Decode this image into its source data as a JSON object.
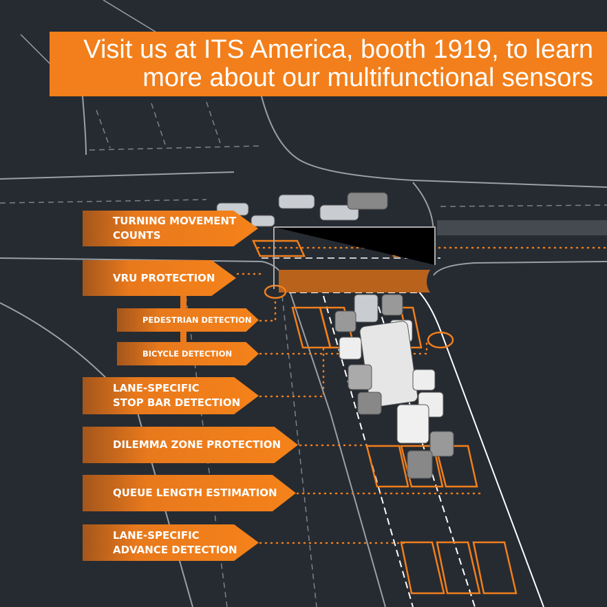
{
  "banner": {
    "line1": "Visit us at ITS America, booth 1919, to learn",
    "line2": "more about our multifunctional sensors"
  },
  "features": [
    {
      "line1": "TURNING MOVEMENT",
      "line2": "COUNTS"
    },
    {
      "line1": "VRU PROTECTION",
      "line2": ""
    },
    {
      "line1": "PEDESTRIAN DETECTION",
      "line2": ""
    },
    {
      "line1": "BICYCLE DETECTION",
      "line2": ""
    },
    {
      "line1": "LANE-SPECIFIC",
      "line2": "STOP BAR DETECTION"
    },
    {
      "line1": "DILEMMA ZONE PROTECTION",
      "line2": ""
    },
    {
      "line1": "QUEUE LENGTH ESTIMATION",
      "line2": ""
    },
    {
      "line1": "LANE-SPECIFIC",
      "line2": "ADVANCE DETECTION"
    }
  ],
  "colors": {
    "accent": "#f27f1b",
    "background": "#262b32"
  }
}
